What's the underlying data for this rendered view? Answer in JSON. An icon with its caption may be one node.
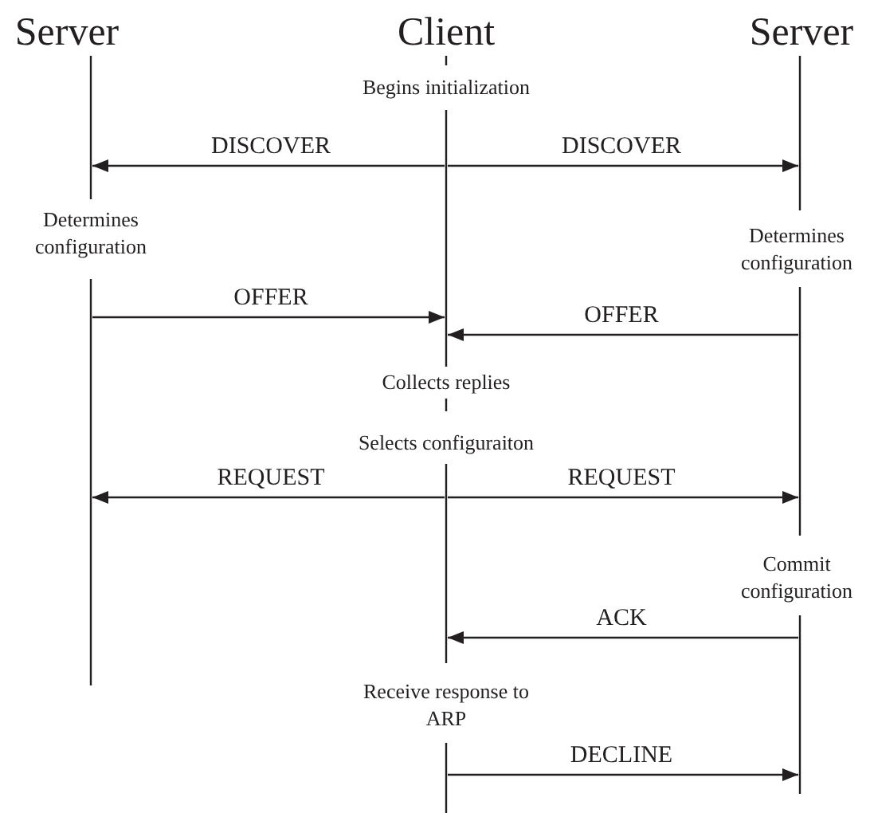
{
  "diagram": {
    "nodes": [
      {
        "text": [],
        "shape": "bar",
        "beside": [
          "Server"
        ]
      },
      {
        "text": [],
        "shape": "bar",
        "beside": [
          "Client"
        ]
      },
      {
        "text": [],
        "shape": "bar",
        "beside": [
          "Server"
        ]
      }
    ],
    "edges": [
      {
        "from": 1,
        "to": 0,
        "arrow": "to",
        "label": "DISCOVER"
      },
      {
        "from": 1,
        "to": 2,
        "arrow": "to",
        "label": "DISCOVER"
      },
      {
        "from": 0,
        "to": 1,
        "arrow": "to",
        "label": "OFFER"
      },
      {
        "from": 2,
        "to": 1,
        "arrow": "to",
        "label": "OFFER"
      },
      {
        "from": 1,
        "to": 0,
        "arrow": "to",
        "label": "REQUEST"
      },
      {
        "from": 1,
        "to": 2,
        "arrow": "to",
        "label": "REQUEST"
      },
      {
        "from": 2,
        "to": 1,
        "arrow": "to",
        "label": "ACK"
      },
      {
        "from": 1,
        "to": 2,
        "arrow": "to",
        "label": "DECLINE"
      }
    ],
    "labels": [
      "Begins initialization",
      "Determines configuration",
      "Determines configuration",
      "Collects replies",
      "Selects configuraiton",
      "Commit configuration",
      "Receive response to ARP"
    ]
  }
}
